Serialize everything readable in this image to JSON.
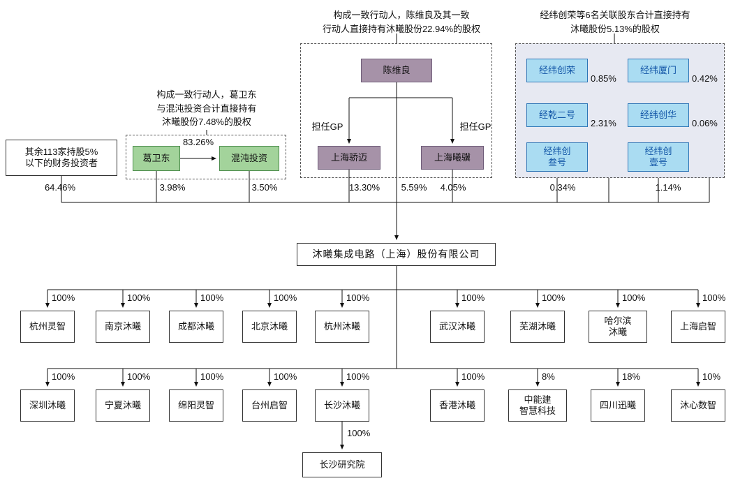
{
  "annotations": {
    "chen_group": "构成一致行动人，陈维良及其一致\n行动人直接持有沐曦股份22.94%的股权",
    "jingwei_group": "经纬创荣等6名关联股东合计直接持有\n沐曦股份5.13%的股权",
    "ge_group": "构成一致行动人，葛卫东\n与混沌投资合计直接持有\n沐曦股份7.48%的股权"
  },
  "shareholders": {
    "financial_investors": {
      "name": "其余113家持股5%\n以下的财务投资者",
      "stake": "64.46%"
    },
    "ge_weidong": {
      "name": "葛卫东",
      "stake": "3.98%",
      "stake_in_hundun": "83.26%"
    },
    "hundun_investment": {
      "name": "混沌投资",
      "stake": "3.50%"
    },
    "chen_weiliang": {
      "name": "陈维良",
      "stake": "5.59%"
    },
    "shanghai_jiaomai": {
      "name": "上海骄迈",
      "stake": "13.30%",
      "role": "担任GP"
    },
    "shanghai_xiji": {
      "name": "上海曦骥",
      "stake": "4.05%",
      "role": "担任GP"
    },
    "jingwei_chuangrong": {
      "name": "经纬创荣",
      "stake": "0.85%"
    },
    "jingwei_xiamen": {
      "name": "经纬厦门",
      "stake": "0.42%"
    },
    "jingqian_erhao": {
      "name": "经乾二号",
      "stake": "2.31%"
    },
    "jingwei_chuanghua": {
      "name": "经纬创华",
      "stake": "0.06%"
    },
    "jingwei_chuang_sanhao": {
      "name": "经纬创\n叁号",
      "stake": "0.34%"
    },
    "jingwei_chuang_yihao": {
      "name": "经纬创\n壹号",
      "stake": "1.14%"
    }
  },
  "company": {
    "name": "沐曦集成电路（上海）股份有限公司"
  },
  "subsidiaries": {
    "row1": [
      {
        "name": "杭州灵智",
        "stake": "100%"
      },
      {
        "name": "南京沐曦",
        "stake": "100%"
      },
      {
        "name": "成都沐曦",
        "stake": "100%"
      },
      {
        "name": "北京沐曦",
        "stake": "100%"
      },
      {
        "name": "杭州沐曦",
        "stake": "100%"
      },
      {
        "name": "武汉沐曦",
        "stake": "100%"
      },
      {
        "name": "芜湖沐曦",
        "stake": "100%"
      },
      {
        "name": "哈尔滨\n沐曦",
        "stake": "100%"
      },
      {
        "name": "上海启智",
        "stake": "100%"
      }
    ],
    "row2": [
      {
        "name": "深圳沐曦",
        "stake": "100%"
      },
      {
        "name": "宁夏沐曦",
        "stake": "100%"
      },
      {
        "name": "绵阳灵智",
        "stake": "100%"
      },
      {
        "name": "台州启智",
        "stake": "100%"
      },
      {
        "name": "长沙沐曦",
        "stake": "100%"
      },
      {
        "name": "香港沐曦",
        "stake": "100%"
      },
      {
        "name": "中能建\n智慧科技",
        "stake": "8%"
      },
      {
        "name": "四川迅曦",
        "stake": "18%"
      },
      {
        "name": "沐心数智",
        "stake": "10%"
      }
    ],
    "changsha_institute": {
      "name": "长沙研究院",
      "stake": "100%"
    }
  },
  "colors": {
    "green_box": "#a3d39b",
    "green_border": "#4e8e4e",
    "purple_box": "#a692a8",
    "purple_border": "#6e5c78",
    "blue_box": "#aadcf2",
    "blue_border": "#2e75b6",
    "blue_text": "#1457a8",
    "group_bg": "#e7e9f2"
  }
}
